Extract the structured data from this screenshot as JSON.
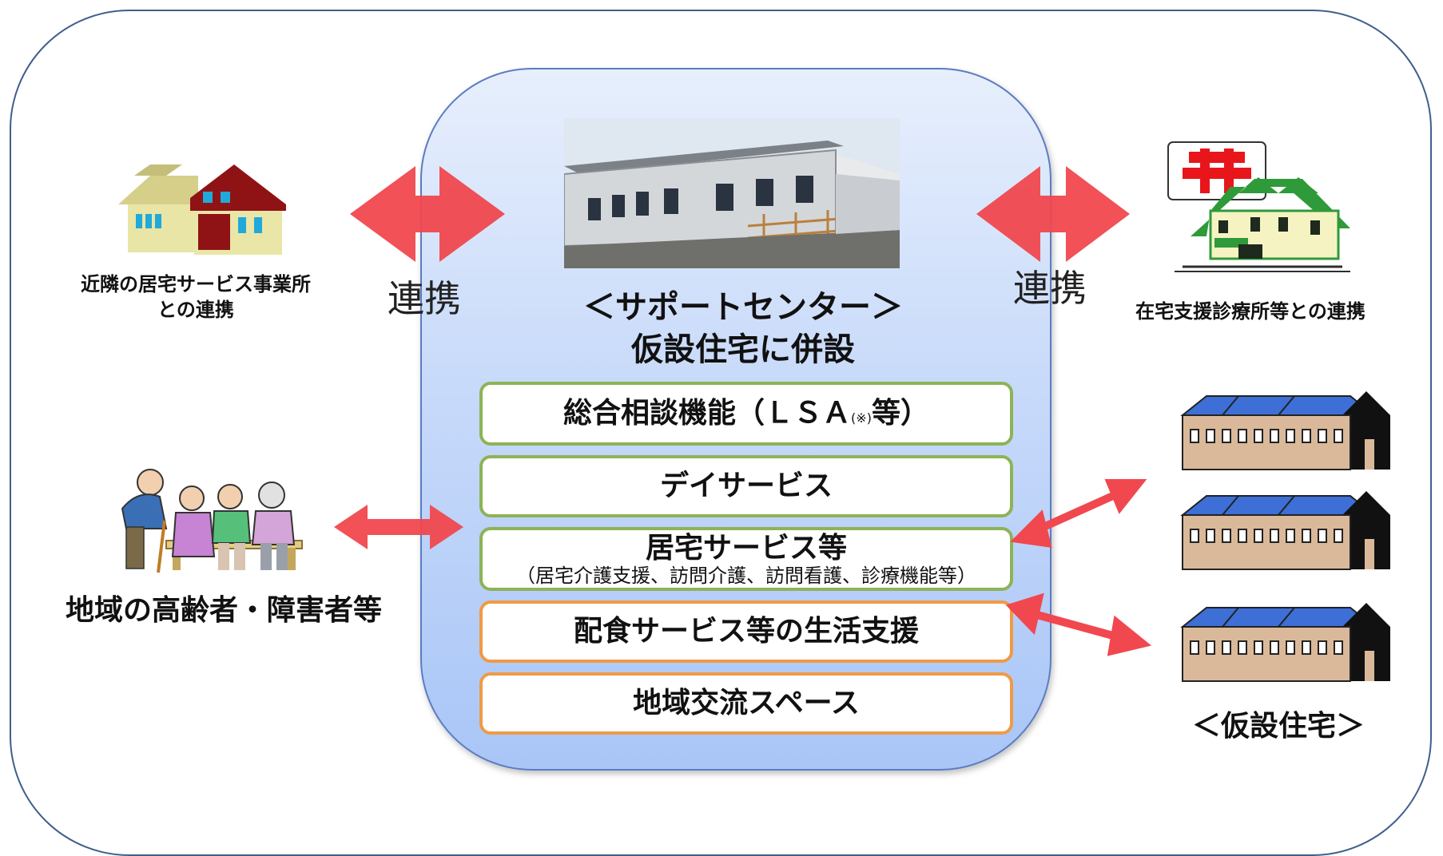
{
  "center": {
    "title_line1": "＜サポートセンター＞",
    "title_line2": "仮設住宅に併設",
    "services": [
      {
        "label": "総合相談機能（ＬＳＡ",
        "note": "(※)",
        "suffix": "等）",
        "color": "green"
      },
      {
        "label": "デイサービス",
        "color": "green"
      },
      {
        "label": "居宅サービス等",
        "sub": "（居宅介護支援、訪問介護、訪問看護、診療機能等）",
        "color": "green"
      },
      {
        "label": "配食サービス等の生活支援",
        "color": "orange"
      },
      {
        "label": "地域交流スペース",
        "color": "orange"
      }
    ]
  },
  "left": {
    "office_label_line1": "近隣の居宅サービス事業所",
    "office_label_line2": "との連携",
    "elderly_label": "地域の高齢者・障害者等"
  },
  "right": {
    "clinic_label": "在宅支援診療所等との連携",
    "housing_label": "＜仮設住宅＞"
  },
  "link_left": "連携",
  "link_right": "連携",
  "colors": {
    "arrow": "#f0484e",
    "green_border": "#8db356",
    "orange_border": "#f09a45",
    "panel_gradient_top": "#e7effc",
    "panel_gradient_bottom": "#a9c6f7",
    "outer_border": "#3f5f8c",
    "house_roof_blue": "#3d6fd6",
    "house_wall": "#d9b99a"
  },
  "icons": [
    "house-icon",
    "clinic-icon",
    "elderly-group-icon",
    "temporary-house-icon",
    "building-photo"
  ]
}
